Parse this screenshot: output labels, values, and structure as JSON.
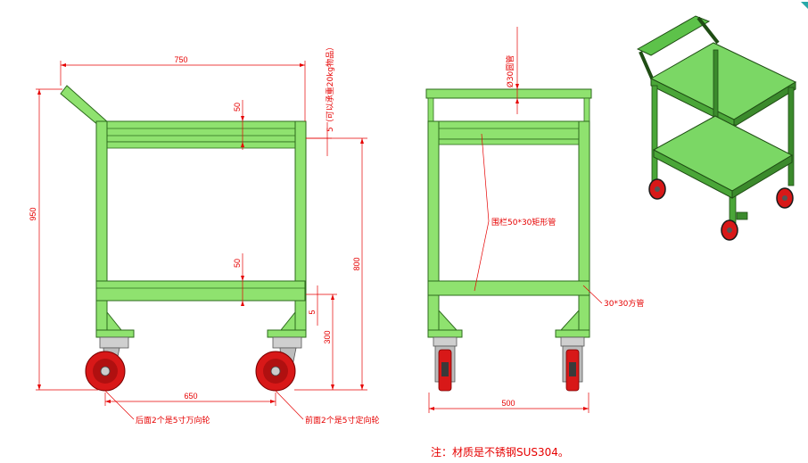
{
  "colors": {
    "frame_green": "#8fe26f",
    "frame_dark": "#2e6b1d",
    "iso_green": "#5dc24a",
    "dimension_red": "#e60000",
    "wheel_red": "#d81818",
    "wheel_dark": "#3a3a3a"
  },
  "front_view": {
    "width_top": "750",
    "width_bottom": "650",
    "height_total": "950",
    "height_body": "800",
    "shelf_top_thk": "50",
    "shelf_bottom_thk": "50",
    "gap_top": "5",
    "gap_bottom": "5",
    "height_low": "300",
    "load_note": "5（可以承重20kg物品）",
    "rear_caster_note": "后面2个是5寸万向轮",
    "front_caster_note": "前面2个是5寸定向轮"
  },
  "side_view": {
    "handle_tube": "Ø30圆管",
    "rail_tube": "围栏50*30矩形管",
    "leg_tube": "30*30方管",
    "width": "500"
  },
  "iso_view": {
    "icons": [
      "cart-3d-icon"
    ]
  },
  "note": "注：材质是不锈钢SUS304。"
}
